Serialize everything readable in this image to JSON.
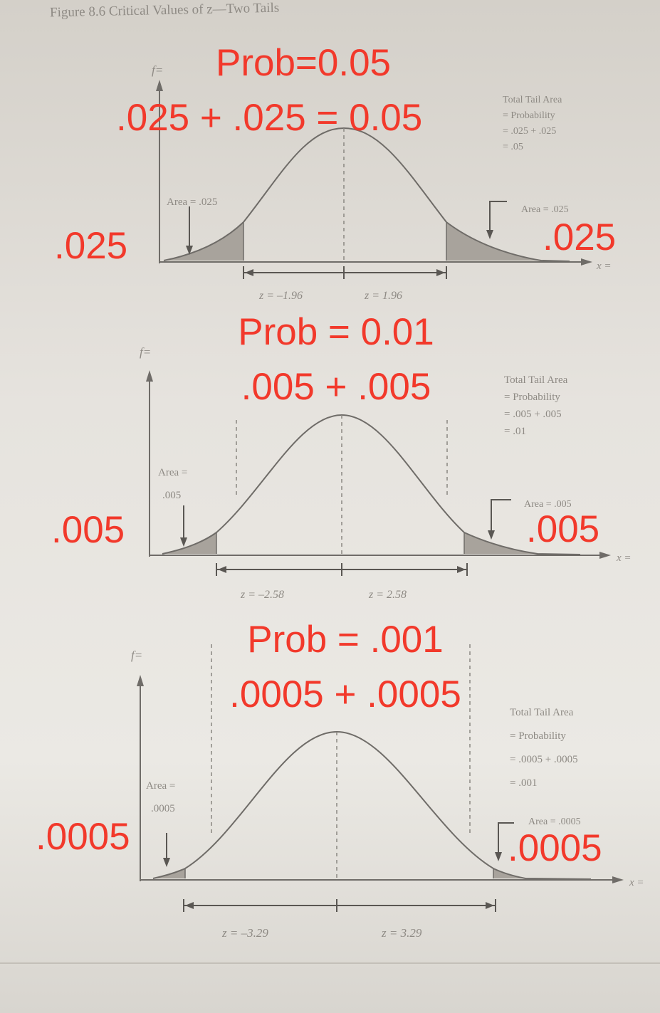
{
  "page_title": "Figure 8.6   Critical Values of z—Two Tails",
  "axis_y_label": "f=",
  "axis_x_label": "x =",
  "panels": [
    {
      "total_tail_area_lines": [
        "Total Tail Area",
        "= Probability",
        "= .025 + .025",
        "= .05"
      ],
      "left_area_label": "Area = .025",
      "right_area_label": "Area = .025",
      "z_left": "z = –1.96",
      "z_right": "z = 1.96",
      "annotation_line1": "Prob=0.05",
      "annotation_line2": ".025 + .025 = 0.05",
      "annotation_left": ".025",
      "annotation_right": ".025"
    },
    {
      "total_tail_area_lines": [
        "Total Tail Area",
        "= Probability",
        "= .005 + .005",
        "= .01"
      ],
      "left_area_label_lines": [
        "Area =",
        ".005"
      ],
      "right_area_label": "Area = .005",
      "z_left": "z = –2.58",
      "z_right": "z = 2.58",
      "annotation_line1": "Prob = 0.01",
      "annotation_line2": ".005 + .005",
      "annotation_left": ".005",
      "annotation_right": ".005"
    },
    {
      "total_tail_area_lines": [
        "Total Tail Area",
        "= Probability",
        "= .0005 + .0005",
        "= .001"
      ],
      "left_area_label_lines": [
        "Area =",
        ".0005"
      ],
      "right_area_label": "Area = .0005",
      "z_left": "z = –3.29",
      "z_right": "z = 3.29",
      "annotation_line1": "Prob = .001",
      "annotation_line2": ".0005 + .0005",
      "annotation_left": ".0005",
      "annotation_right": ".0005"
    }
  ]
}
